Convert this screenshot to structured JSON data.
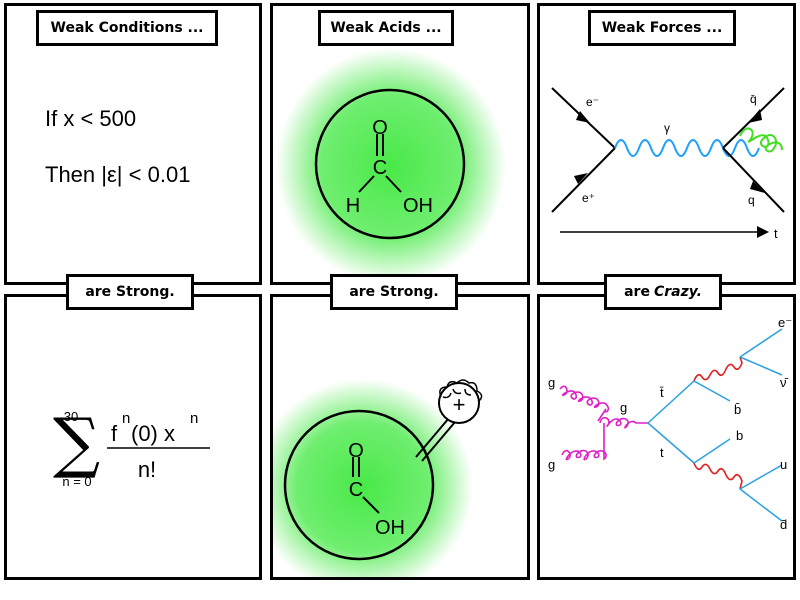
{
  "panels": {
    "top_left": {
      "title": "Weak Conditions ...",
      "line1": "If x < 500",
      "line2_pre": "Then",
      "line2_bars_expr": "|ε|",
      "line2_post": "< 0.01"
    },
    "top_middle": {
      "title": "Weak Acids ...",
      "atom_o": "O",
      "atom_c": "C",
      "atom_h": "H",
      "atom_oh": "OH"
    },
    "top_right": {
      "title": "Weak Forces ...",
      "e_minus": "e⁻",
      "e_plus": "e⁺",
      "gamma": "γ",
      "qbar": "q̄",
      "q": "q",
      "t_axis": "t"
    },
    "bottom_left": {
      "title": "are Strong.",
      "upper_limit": "30",
      "lower_limit": "n = 0",
      "numerator_f": "f",
      "numerator_sup1": "n",
      "numerator_rest": "(0) x",
      "numerator_sup2": "n",
      "denominator": "n!"
    },
    "bottom_middle": {
      "title": "are Strong.",
      "atom_o": "O",
      "atom_c": "C",
      "atom_oh": "OH",
      "charge": "+"
    },
    "bottom_right": {
      "title_main": "are",
      "title_italic": "Crazy.",
      "g_top": "g",
      "g_bottom": "g",
      "g_mid": "g",
      "tbar": "t̄",
      "t": "t",
      "e_minus": "e⁻",
      "nubar": "ν̄",
      "bbar": "b̄",
      "b": "b",
      "u": "u",
      "dbar": "d̄"
    }
  },
  "colors": {
    "green_glow": "#3fe83f",
    "photon_blue": "#1ea0ff",
    "gluon_green": "#44dd22",
    "gluon_magenta": "#e020c8",
    "fermion_blue": "#2aa0e0",
    "w_red": "#e02020"
  }
}
